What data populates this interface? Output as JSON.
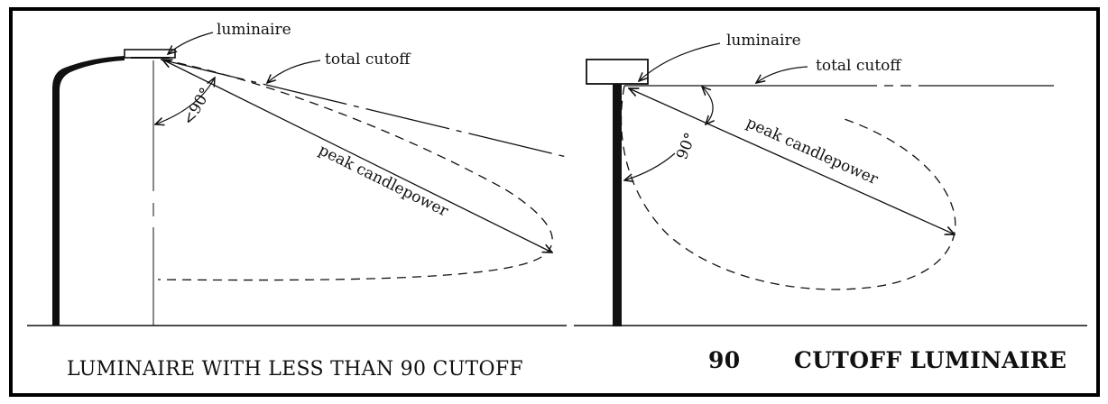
{
  "left_panel": {
    "labels": {
      "luminaire": "luminaire",
      "total_cutoff": "total cutoff",
      "angle": "<90°",
      "peak": "peak candlepower"
    },
    "caption": "LUMINAIRE WITH LESS THAN 90 CUTOFF"
  },
  "right_panel": {
    "labels": {
      "luminaire": "luminaire",
      "total_cutoff": "total cutoff",
      "angle": "90°",
      "peak": "peak candlepower"
    },
    "caption_number": "90",
    "caption_text": "CUTOFF LUMINAIRE"
  }
}
